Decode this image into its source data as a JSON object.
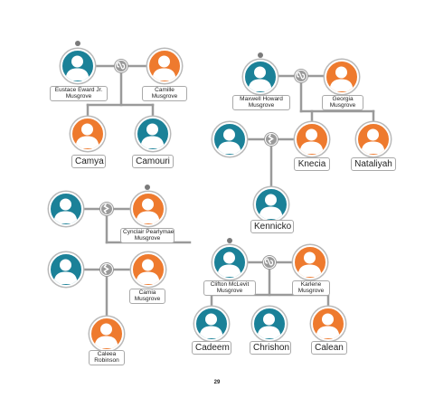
{
  "colors": {
    "male": "#1b8198",
    "female": "#ee7a2e",
    "connector": "#9a9a9a",
    "label_border": "#a9a9a9"
  },
  "icons": {
    "person": "person-silhouette-icon",
    "married": "linked-rings-icon",
    "divorced": "broken-link-icon",
    "pin": "pin-icon"
  },
  "families": {
    "f1": {
      "father": {
        "line1": "Eustace Eward Jr.",
        "line2": "Musgrove"
      },
      "mother": {
        "line1": "Camille",
        "line2": "Musgrove"
      },
      "children": [
        "Camya",
        "Camouri"
      ]
    },
    "f2": {
      "father": {
        "line1": "Maxwell Howard",
        "line2": "Musgrove"
      },
      "mother": {
        "line1": "Georgia",
        "line2": "Musgrove"
      },
      "children": [
        "Knecia",
        "Nataliyah"
      ],
      "grandchild": "Kennicko"
    },
    "f3": {
      "mother": {
        "line1": "Cynclair Pearlymae",
        "line2": "Musgrove"
      }
    },
    "f4": {
      "mother": {
        "line1": "Camia",
        "line2": "Musgrove"
      },
      "child": {
        "line1": "Caleea",
        "line2": "Robinson"
      }
    },
    "f5": {
      "father": {
        "line1": "Clifton McLevit",
        "line2": "Musgrove"
      },
      "mother": {
        "line1": "Karlene",
        "line2": "Musgrove"
      },
      "children": [
        "Cadeem",
        "Chrishon",
        "Calean"
      ]
    }
  },
  "page_number": "29"
}
